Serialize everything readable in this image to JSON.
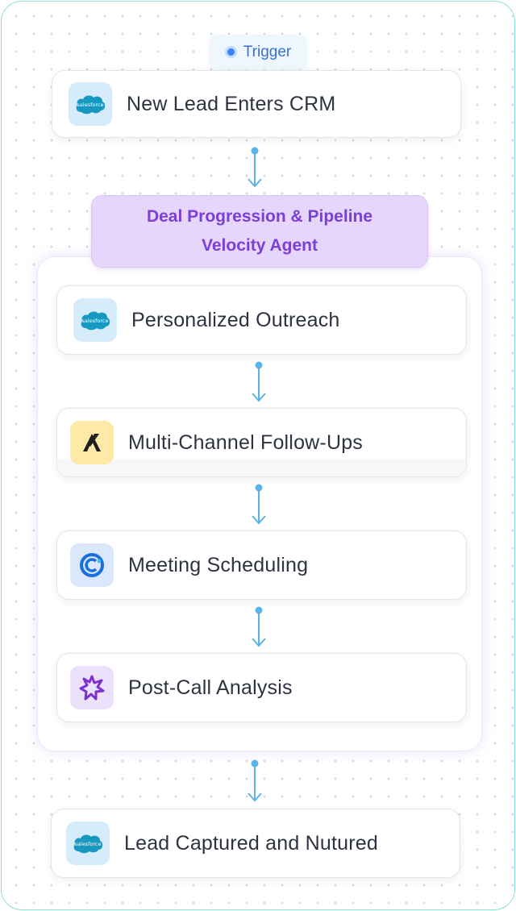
{
  "trigger": {
    "label": "Trigger"
  },
  "start_step": {
    "label": "New Lead Enters CRM",
    "icon": "salesforce-icon"
  },
  "agent": {
    "title_line1": "Deal Progression & Pipeline",
    "title_line2": "Velocity Agent",
    "steps": [
      {
        "label": "Personalized Outreach",
        "icon": "salesforce-icon"
      },
      {
        "label": "Multi-Channel Follow-Ups",
        "icon": "abstract-a-logo-icon"
      },
      {
        "label": "Meeting Scheduling",
        "icon": "calendly-icon"
      },
      {
        "label": "Post-Call Analysis",
        "icon": "purple-burst-logo-icon"
      }
    ]
  },
  "end_step": {
    "label": "Lead Captured and Nutured",
    "icon": "salesforce-icon"
  },
  "colors": {
    "frame_border": "#8fe0d8",
    "arrow": "#5bb3e6",
    "agent_title": "#7b3fd6",
    "agent_header_bg": "#e6d6fb"
  }
}
